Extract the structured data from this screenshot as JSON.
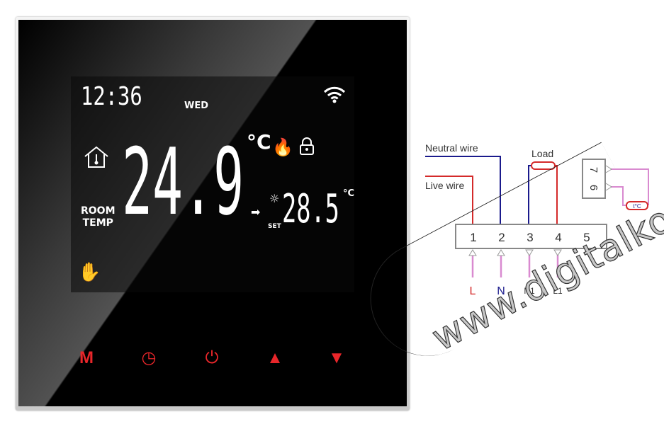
{
  "display": {
    "time": "12:36",
    "day": "WED",
    "room_temp": "24.9",
    "unit": "°C",
    "room_label_1": "ROOM",
    "room_label_2": "TEMP",
    "set_label": "SET",
    "set_temp": "28.5",
    "set_unit": "°C"
  },
  "buttons": {
    "mode": "M",
    "clock": "◷",
    "power": "⏻",
    "up": "▲",
    "down": "▼"
  },
  "diagram": {
    "neutral": "Neutral wire",
    "live": "Live wire",
    "load": "Load",
    "terminals": [
      "1",
      "2",
      "3",
      "4",
      "5"
    ],
    "inputs": [
      "L",
      "N",
      "N1",
      "L1"
    ],
    "sensor_terminals": [
      "7",
      "6"
    ],
    "sensor": "t°C"
  },
  "colors": {
    "live": "#d42a2a",
    "neutral": "#1a1a8c",
    "sensor": "#d98ad0",
    "buttons": "#e8262a"
  },
  "watermark": "www.digitalko.hu"
}
